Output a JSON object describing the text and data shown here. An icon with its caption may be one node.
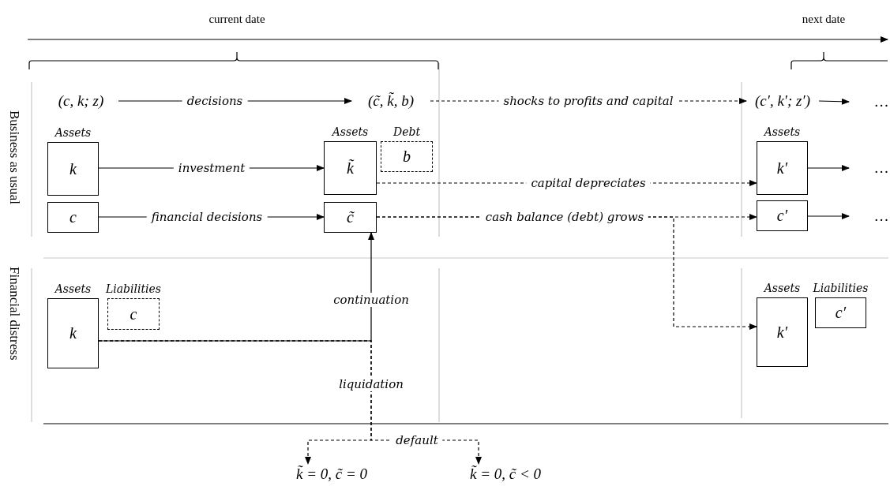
{
  "diagram": {
    "nodes": [
      {
        "text": [
          "(c, k; z)"
        ]
      },
      {
        "text": [
          "(c̃, k̃, b)"
        ]
      },
      {
        "text": [
          "(c′, k′; z′)"
        ]
      },
      {
        "text": [
          "…"
        ]
      },
      {
        "text": [
          "Assets",
          "k"
        ]
      },
      {
        "text": [
          "Assets",
          "k̃"
        ]
      },
      {
        "text": [
          "Debt",
          "b"
        ]
      },
      {
        "text": [
          "Assets",
          "k′"
        ]
      },
      {
        "text": [
          "…"
        ]
      },
      {
        "text": [
          "c"
        ]
      },
      {
        "text": [
          "c̃"
        ]
      },
      {
        "text": [
          "c′"
        ]
      },
      {
        "text": [
          "…"
        ]
      },
      {
        "text": [
          "Assets",
          "k"
        ]
      },
      {
        "text": [
          "Liabilities",
          "c"
        ]
      },
      {
        "text": [
          "Assets",
          "k′"
        ]
      },
      {
        "text": [
          "Liabilities",
          "c′"
        ]
      },
      {
        "text": [
          "k̃ = 0,  c̃ = 0"
        ]
      },
      {
        "text": [
          "k̃ = 0,  c̃ < 0"
        ]
      }
    ],
    "edges": [
      {
        "from": 0,
        "to": 1,
        "arrow": "to",
        "label": "decisions"
      },
      {
        "from": 1,
        "to": 2,
        "arrow": "to",
        "label": "shocks to profits and capital",
        "style": "dashed"
      },
      {
        "from": 2,
        "to": 3,
        "arrow": "to"
      },
      {
        "from": 4,
        "to": 5,
        "arrow": "to",
        "label": "investment"
      },
      {
        "from": 5,
        "to": 7,
        "arrow": "to",
        "label": "capital depreciates",
        "style": "dashed"
      },
      {
        "from": 7,
        "to": 8,
        "arrow": "to"
      },
      {
        "from": 9,
        "to": 10,
        "arrow": "to",
        "label": "financial decisions"
      },
      {
        "from": 10,
        "to": 11,
        "arrow": "to",
        "label": "cash balance (debt) grows",
        "style": "dashed"
      },
      {
        "from": 11,
        "to": 12,
        "arrow": "to"
      },
      {
        "from": 10,
        "to": 15,
        "arrow": "to",
        "style": "dashed"
      },
      {
        "from": 13,
        "to": 10,
        "arrow": "to",
        "label": "continuation"
      },
      {
        "from": 13,
        "to": 17,
        "arrow": "to",
        "label": "liquidation",
        "style": "dashed"
      },
      {
        "from": 13,
        "to": 18,
        "arrow": "to",
        "label": "default",
        "style": "dashed"
      }
    ],
    "labels": [
      "current date",
      "next date",
      "Business as usual",
      "Financial distress"
    ]
  }
}
